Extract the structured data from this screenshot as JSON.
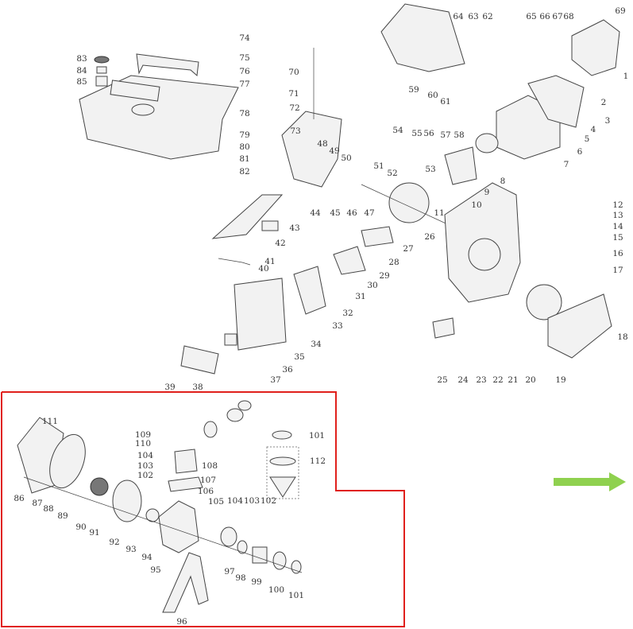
{
  "diagram": {
    "title": "",
    "engine_part_numbers": [
      "1",
      "2",
      "3",
      "4",
      "5",
      "6",
      "7",
      "8",
      "9",
      "10",
      "11",
      "12",
      "13",
      "14",
      "15",
      "16",
      "17",
      "18",
      "19",
      "20",
      "21",
      "22",
      "23",
      "24",
      "25",
      "26",
      "27",
      "28",
      "29",
      "30",
      "31",
      "32",
      "33",
      "34",
      "35",
      "36",
      "37",
      "38",
      "39",
      "40",
      "41",
      "42",
      "43",
      "44",
      "45",
      "46",
      "47",
      "48",
      "49",
      "50",
      "51",
      "52",
      "53",
      "54",
      "55",
      "56",
      "57",
      "58",
      "59",
      "60",
      "61",
      "62",
      "63",
      "64",
      "65",
      "66",
      "67",
      "68",
      "69",
      "70",
      "71",
      "72",
      "73",
      "74",
      "75",
      "76",
      "77",
      "78",
      "79",
      "80",
      "81",
      "82",
      "83",
      "84",
      "85"
    ],
    "pump_part_numbers": [
      "86",
      "87",
      "88",
      "89",
      "90",
      "91",
      "92",
      "93",
      "94",
      "95",
      "96",
      "97",
      "98",
      "99",
      "100",
      "101",
      "101",
      "102",
      "103",
      "104",
      "105",
      "106",
      "107",
      "108",
      "102",
      "103",
      "104",
      "109",
      "110",
      "111",
      "112"
    ],
    "highlight_color": "#e0201c",
    "arrow_color": "#8fd14f",
    "arrow_icon": "right-arrow-icon"
  }
}
